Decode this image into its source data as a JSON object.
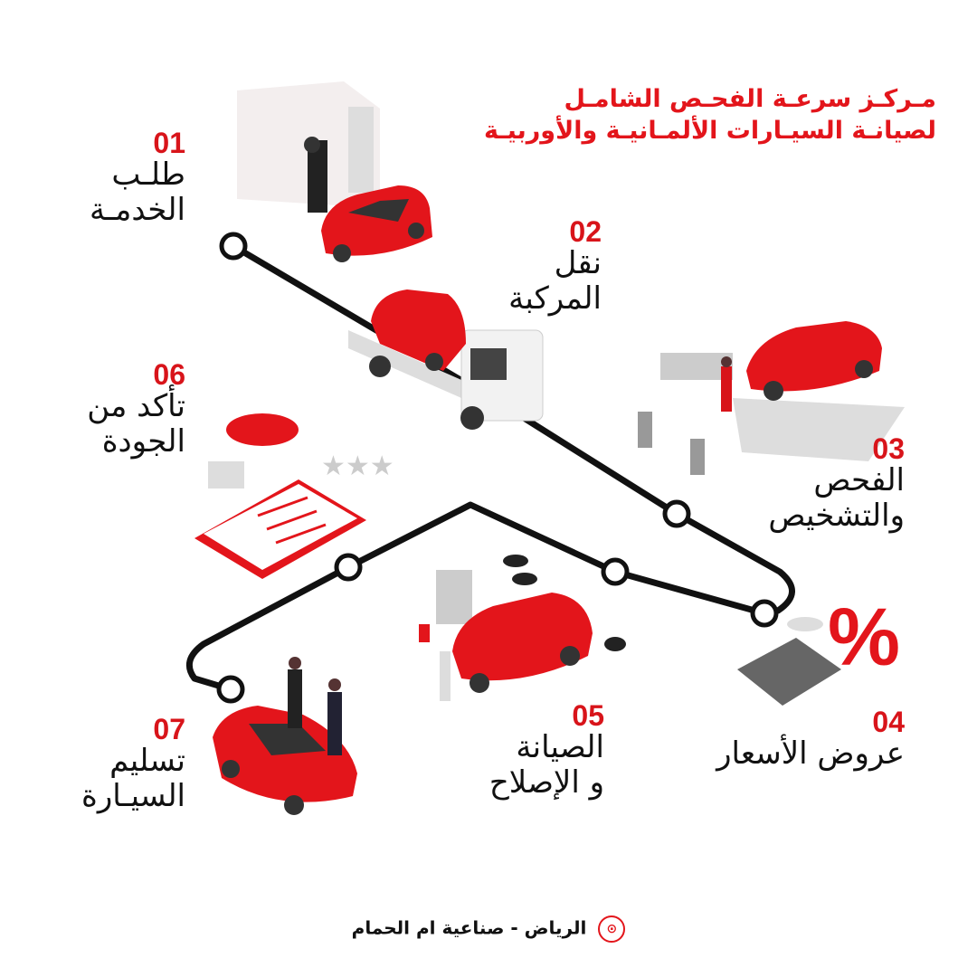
{
  "header": {
    "line1": "مـركـز سرعـة الفحـص الشامـل",
    "line2": "لصيانـة السيـارات الألمـانيـة والأوربيـة"
  },
  "steps": [
    {
      "num": "01",
      "label1": "طلـب",
      "label2": "الخدمـة"
    },
    {
      "num": "02",
      "label1": "نقل",
      "label2": "المركبة"
    },
    {
      "num": "03",
      "label1": "الفحص",
      "label2": "والتشخيص"
    },
    {
      "num": "04",
      "label1": "عروض الأسعار",
      "label2": ""
    },
    {
      "num": "05",
      "label1": "الصيانة",
      "label2": "و الإصلاح"
    },
    {
      "num": "06",
      "label1": "تأكد من",
      "label2": "الجودة"
    },
    {
      "num": "07",
      "label1": "تسليم",
      "label2": "السيـارة"
    }
  ],
  "footer": {
    "location": "الرياض - صناعية ام الحمام",
    "icon": "location-pin-icon"
  },
  "colors": {
    "accent": "#e3151b",
    "track": "#111111"
  }
}
